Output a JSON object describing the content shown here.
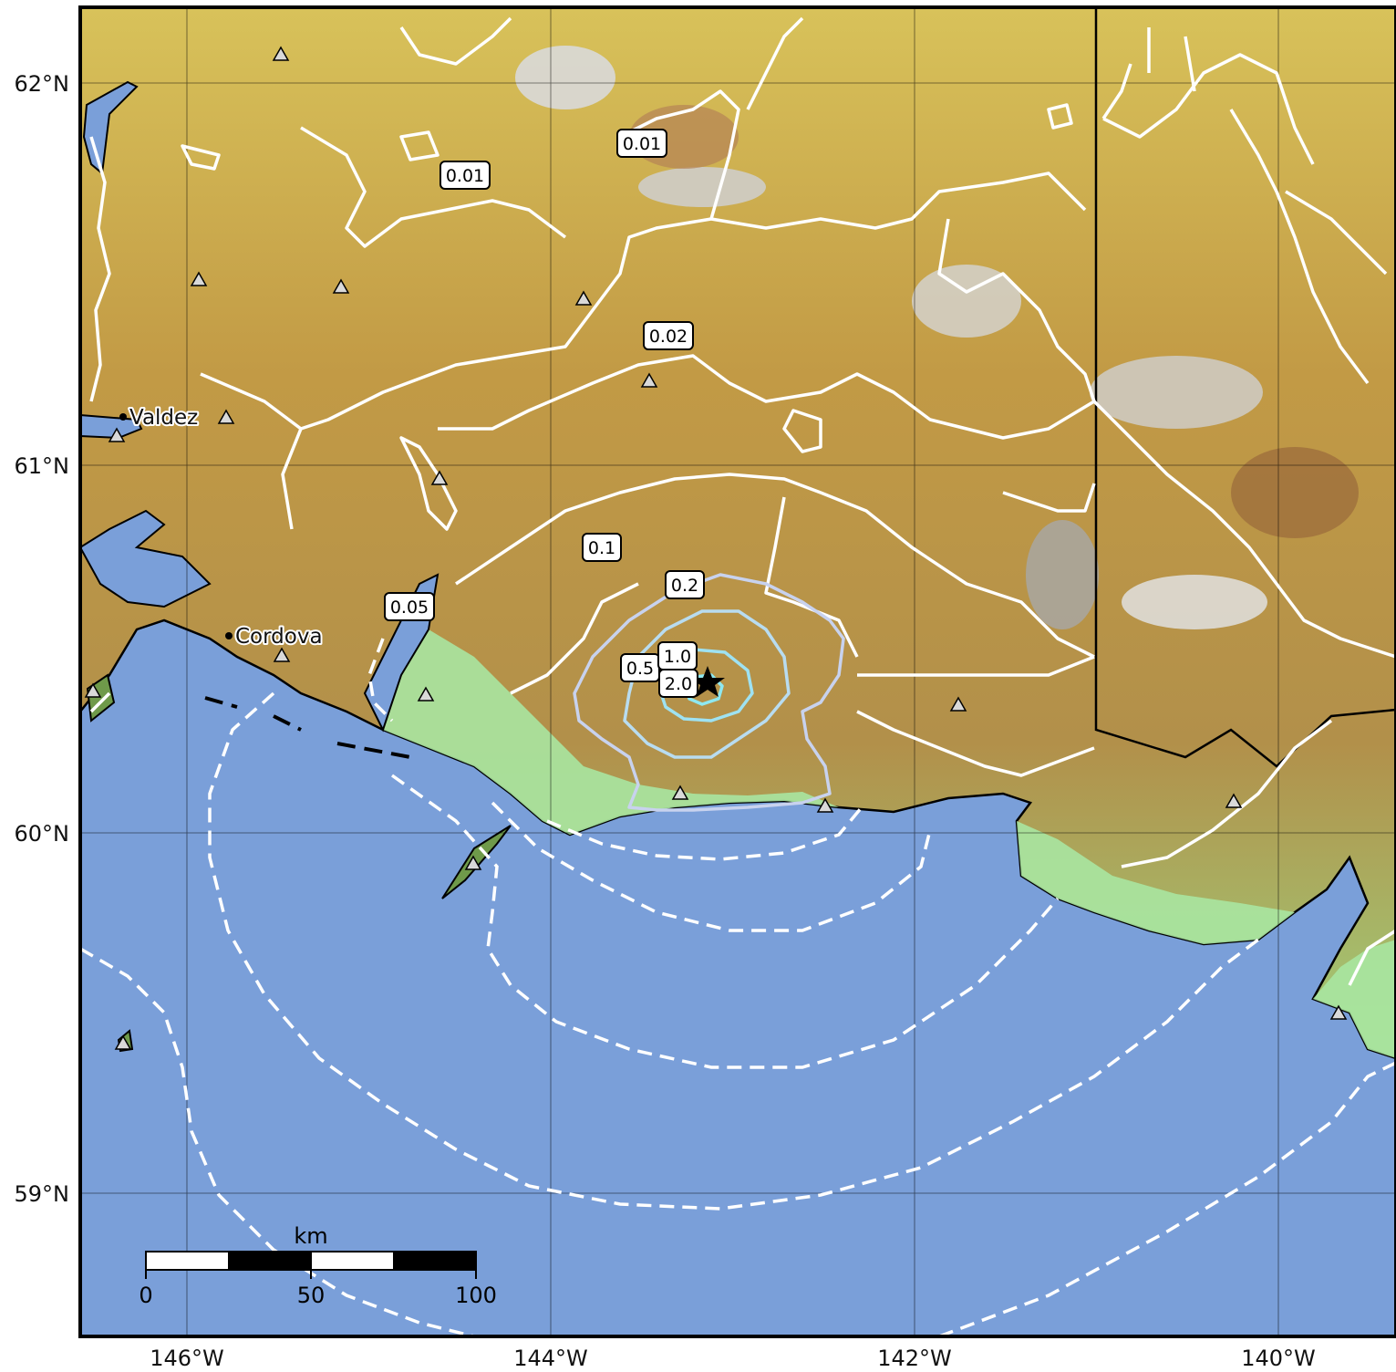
{
  "map": {
    "axes": {
      "x_ticks": [
        "146°W",
        "144°W",
        "142°W",
        "140°W"
      ],
      "y_ticks": [
        "62°N",
        "61°N",
        "60°N",
        "59°N"
      ]
    },
    "places": [
      {
        "name": "Valdez"
      },
      {
        "name": "Cordova"
      }
    ],
    "contour_labels": [
      "0.01",
      "0.01",
      "0.02",
      "0.05",
      "0.1",
      "0.2",
      "0.5",
      "1.0",
      "2.0"
    ],
    "scale_bar": {
      "unit": "km",
      "labels": [
        "0",
        "50",
        "100"
      ]
    },
    "colors": {
      "ocean": "#7a9fd9",
      "lowland": "#a8e6a1",
      "midland": "#c7b14a",
      "highland": "#a0703a",
      "peaks": "#dcdcdc",
      "contour_land": "#ffffff",
      "contour_inner": "#c8d2ee",
      "contour_core": "#8ee8f0"
    },
    "symbols": {
      "station": "triangle-icon",
      "epicenter": "star-icon"
    }
  }
}
